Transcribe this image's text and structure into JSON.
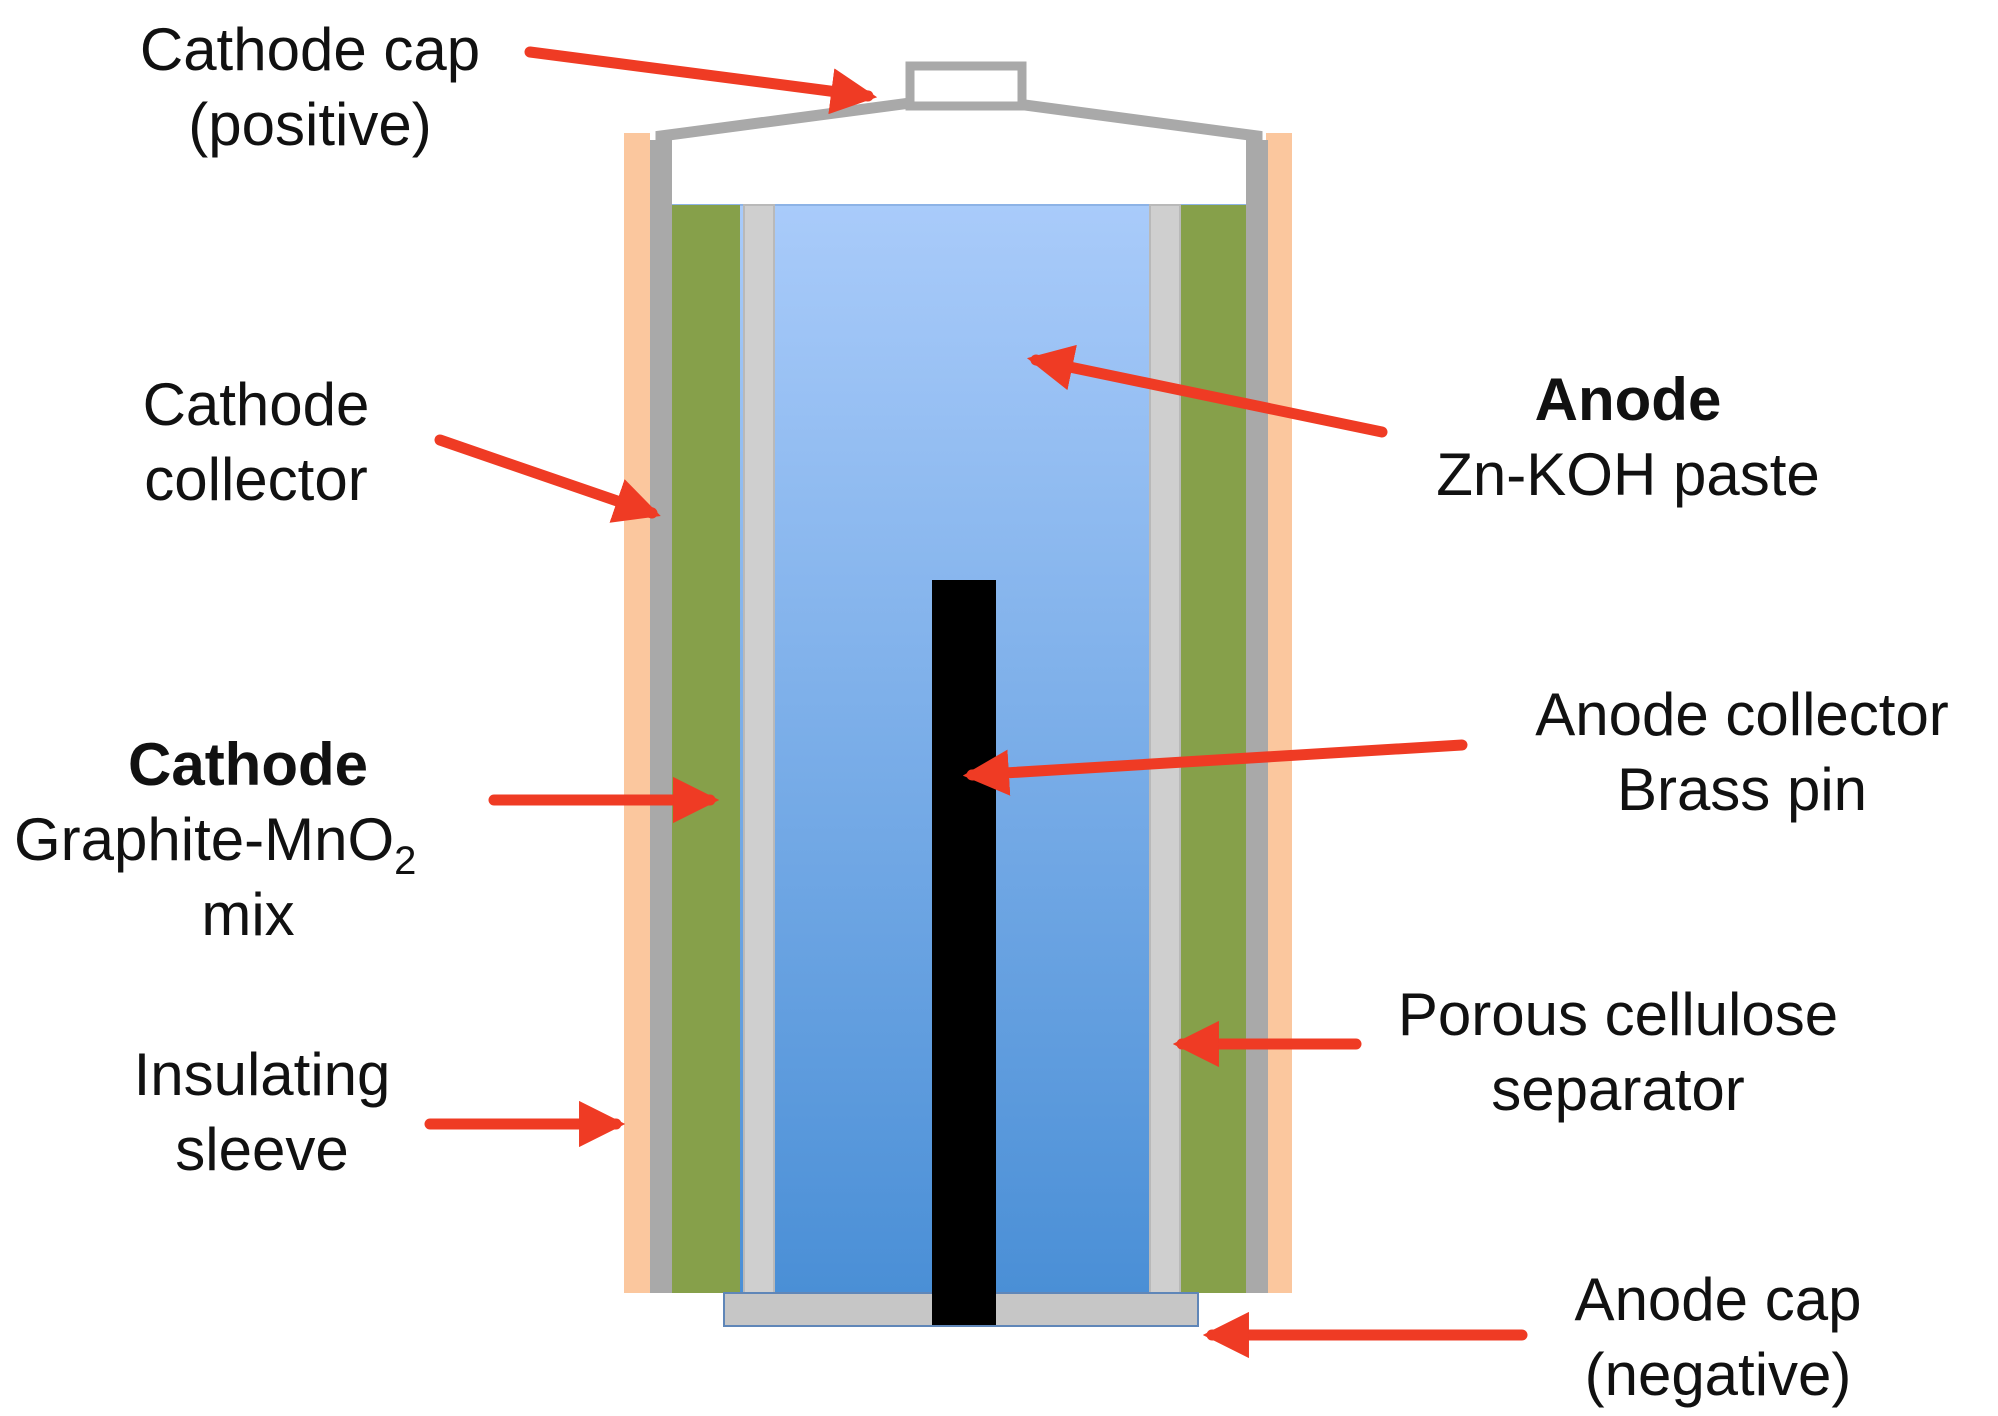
{
  "labels": {
    "cathode_cap": {
      "line1": "Cathode cap",
      "line2": "(positive)"
    },
    "cathode_collector": {
      "line1": "Cathode",
      "line2": "collector"
    },
    "cathode": {
      "title": "Cathode",
      "line2_main": "Graphite-MnO",
      "line2_sub": "2",
      "line3": "mix"
    },
    "insulating_sleeve": {
      "line1": "Insulating",
      "line2": "sleeve"
    },
    "anode": {
      "title": "Anode",
      "line2": "Zn-KOH paste"
    },
    "anode_collector": {
      "line1": "Anode collector",
      "line2": "Brass pin"
    },
    "separator": {
      "line1": "Porous cellulose",
      "line2": "separator"
    },
    "anode_cap": {
      "line1": "Anode cap",
      "line2": "(negative)"
    }
  },
  "colors": {
    "arrow": "#ef3b24",
    "cathode_mix": "#86a04a",
    "sleeve": "#fbc79e",
    "casing": "#a9a9a9",
    "separator": "#cfcfcf",
    "anode_top": "#a9cbfa",
    "anode_bottom": "#4a8fd6",
    "pin": "#000000"
  }
}
